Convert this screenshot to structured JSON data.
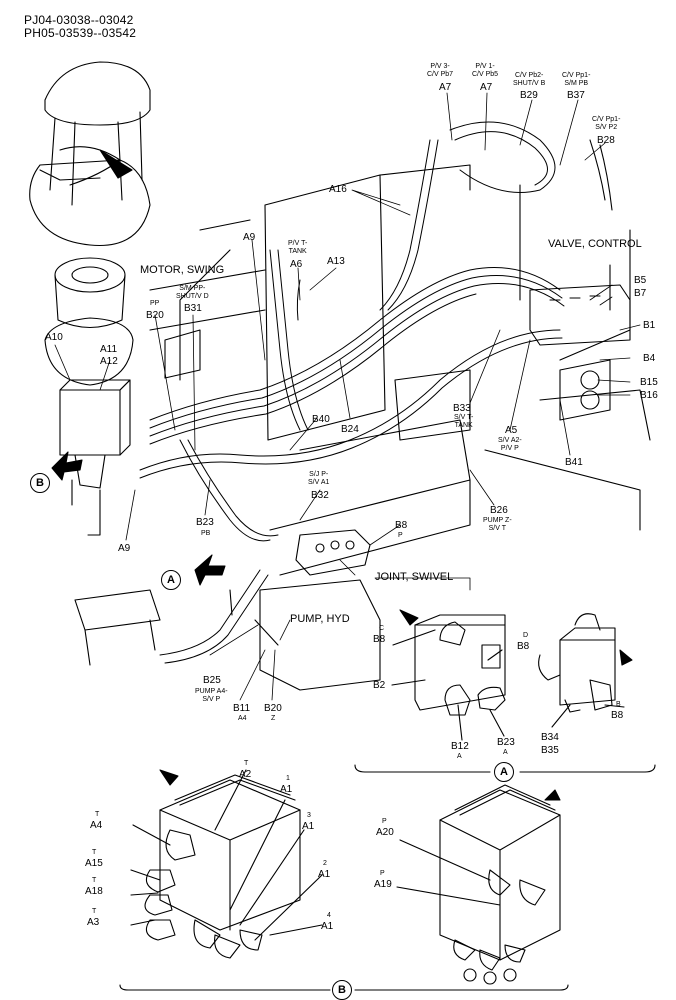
{
  "header": {
    "line1": "PJ04-03038--03042",
    "line2": "PH05-03539--03542"
  },
  "sections": {
    "motor_swing": "MOTOR, SWING",
    "valve_control": "VALVE, CONTROL",
    "joint_swivel": "JOINT, SWIVEL",
    "pump_hyd": "PUMP, HYD"
  },
  "views": {
    "a": "A",
    "b": "B"
  },
  "labels": {
    "a7a_sub": "P/V 3-\nC/V Pb7",
    "a7a": "A7",
    "a7b_sub": "P/V 1-\nC/V Pb5",
    "a7b": "A7",
    "b29_sub": "C/V Pb2-\nSHUT/V B",
    "b29": "B29",
    "b37_sub": "C/V Pp1-\nS/M PB",
    "b37": "B37",
    "b28_sub": "C/V Pp1-\nS/V P2",
    "b28": "B28",
    "a16": "A16",
    "a9_top": "A9",
    "a6_sub": "P/V T-\nTANK",
    "a6": "A6",
    "a13": "A13",
    "b5": "B5",
    "b7": "B7",
    "b1": "B1",
    "b4": "B4",
    "b15": "B15",
    "b16": "B16",
    "b20_sub": "PP",
    "b20": "B20",
    "b31_sub": "S/M PP-\nSHUT/V D",
    "b31": "B31",
    "a10": "A10",
    "a11": "A11",
    "a12": "A12",
    "b40": "B40",
    "b24": "B24",
    "b33": "B33",
    "b33_sub": "S/V T-\nTANK",
    "a5": "A5",
    "a5_sub": "S/V A2-\nP/V P",
    "b41": "B41",
    "b32_sub": "S/J P-\nS/V A1",
    "b32": "B32",
    "b23": "B23",
    "b23_sub": "PB",
    "a9_bot": "A9",
    "b26": "B26",
    "b26_sub": "PUMP Z-\nS/V T",
    "b8_main": "B8",
    "b8_main_sub": "P",
    "b25": "B25",
    "b25_sub": "PUMP A4-\nS/V P",
    "b11": "B11",
    "b11_sub": "A4",
    "b20z": "B20",
    "b20z_sub": "Z",
    "da_c": "C",
    "da_b8": "B8",
    "da_d": "D",
    "da_b8d": "B8",
    "da_b2": "B2",
    "da_b12": "B12",
    "da_b12_sub": "A",
    "da_b23": "B23",
    "da_b23_sub": "A",
    "da_b34": "B34",
    "da_b35": "B35",
    "da_b": "B",
    "da_b8r": "B8",
    "db_t1": "T",
    "db_a2": "A2",
    "db_1": "1",
    "db_a1a": "A1",
    "db_t2": "T",
    "db_a4": "A4",
    "db_3": "3",
    "db_a1b": "A1",
    "db_t3": "T",
    "db_a15": "A15",
    "db_2": "2",
    "db_a1c": "A1",
    "db_t4": "T",
    "db_a18": "A18",
    "db_t5": "T",
    "db_a3": "A3",
    "db_4": "4",
    "db_a1d": "A1",
    "db_p1": "P",
    "db_a20": "A20",
    "db_p2": "P",
    "db_a19": "A19"
  }
}
